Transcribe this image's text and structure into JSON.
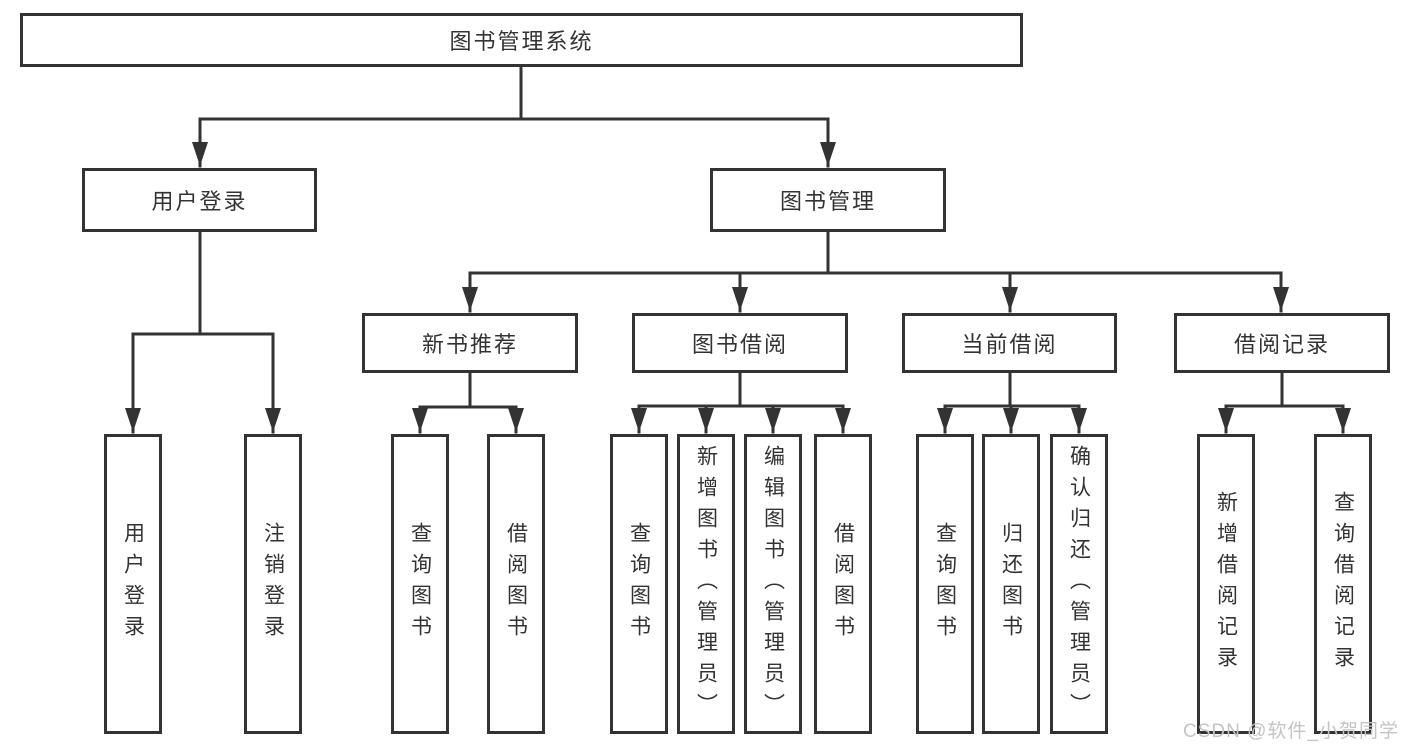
{
  "diagram": {
    "title": "图书管理系统",
    "nodes": {
      "root": {
        "label": "图书管理系统"
      },
      "user_login": {
        "label": "用户登录"
      },
      "book_mgmt": {
        "label": "图书管理"
      },
      "login": {
        "label": "用户登录"
      },
      "logout": {
        "label": "注销登录"
      },
      "new_books": {
        "label": "新书推荐"
      },
      "borrow": {
        "label": "图书借阅"
      },
      "current": {
        "label": "当前借阅"
      },
      "records": {
        "label": "借阅记录"
      },
      "nb_query": {
        "label": "查询图书"
      },
      "nb_borrow": {
        "label": "借阅图书"
      },
      "b_query": {
        "label": "查询图书"
      },
      "b_add": {
        "label": "新增图书（管理员）"
      },
      "b_edit": {
        "label": "编辑图书（管理员）"
      },
      "b_borrow": {
        "label": "借阅图书"
      },
      "c_query": {
        "label": "查询图书"
      },
      "c_return": {
        "label": "归还图书"
      },
      "c_confirm": {
        "label": "确认归还（管理员）"
      },
      "r_add": {
        "label": "新增借阅记录"
      },
      "r_query": {
        "label": "查询借阅记录"
      }
    },
    "watermark": "CSDN @软件_小贺同学",
    "colors": {
      "line": "#333333",
      "text": "#333333",
      "watermark": "#c4c4c4",
      "background": "#ffffff"
    }
  }
}
